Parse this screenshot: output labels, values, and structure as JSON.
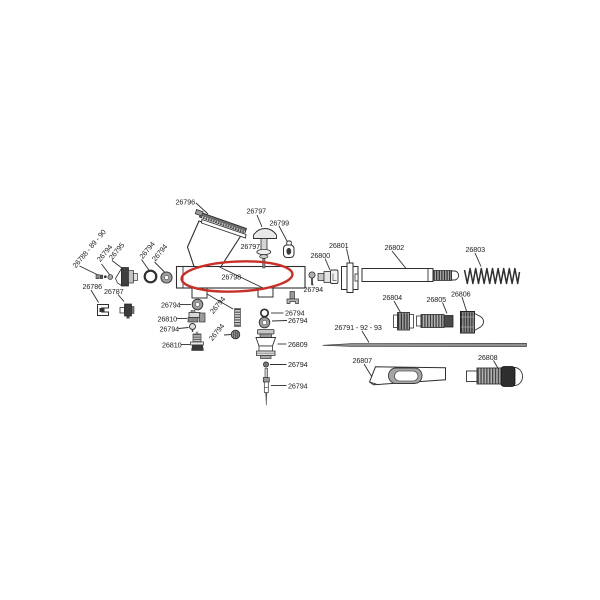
{
  "diagram": {
    "kind": "exploded-parts-diagram",
    "highlight": {
      "part_number": "26798",
      "color": "#c63029",
      "shape": "ellipse"
    },
    "line_color": "#2f2f2f",
    "labels": [
      "26796",
      "26797",
      "26799",
      "26797",
      "26798",
      "26800",
      "26801",
      "26802",
      "26803",
      "26794",
      "26804",
      "26805",
      "26806",
      "26791 - 92 - 93",
      "26807",
      "26808",
      "26786",
      "26787",
      "26794",
      "26810",
      "26794",
      "26810",
      "26794",
      "26794",
      "26809",
      "26794",
      "26794",
      "26788 - 89 - 90",
      "26794",
      "26795",
      "26794",
      "26794",
      "26794",
      "26794"
    ]
  }
}
